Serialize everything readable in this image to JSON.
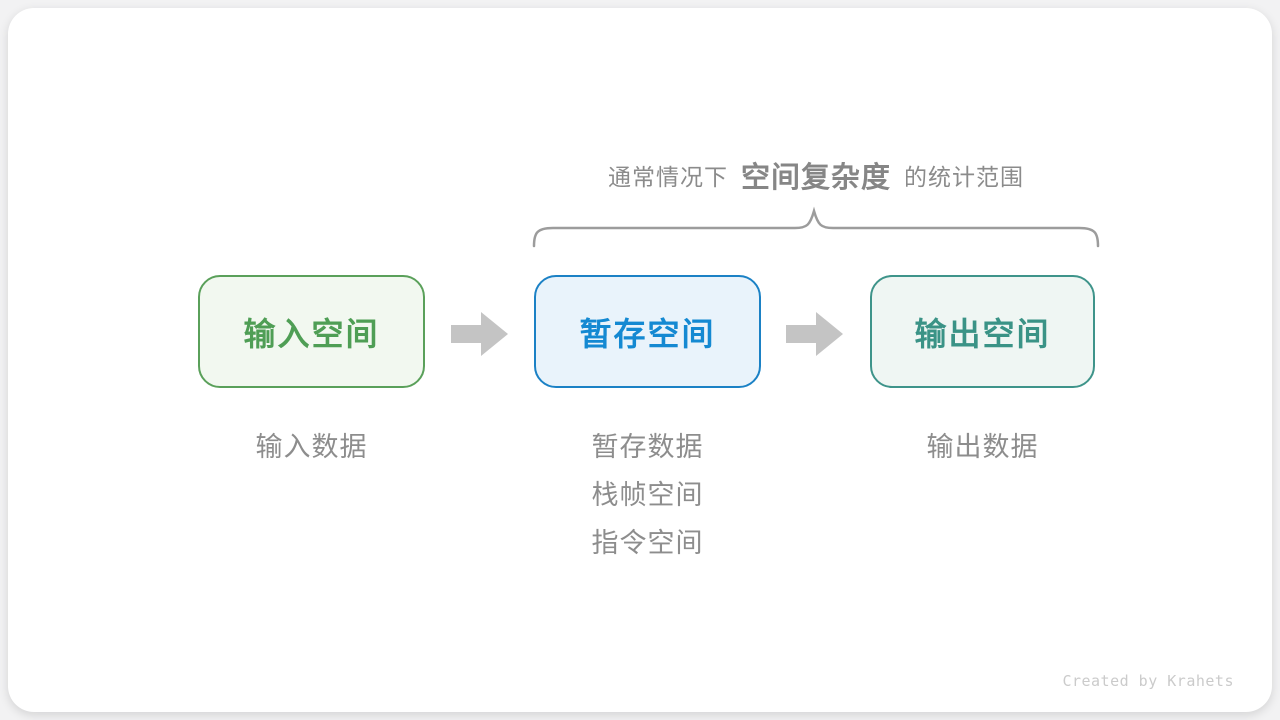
{
  "page": {
    "background_color": "#f2f2f3",
    "card_color": "#ffffff"
  },
  "caption": {
    "prefix": "通常情况下",
    "highlight": "空间复杂度",
    "suffix": "的统计范围",
    "text_color": "#8b8b8b"
  },
  "brace": {
    "color": "#9c9c9c"
  },
  "flow": {
    "arrow_color": "#c4c4c4",
    "boxes": [
      {
        "id": "input-space",
        "label": "输入空间",
        "border_color": "#5aa05a",
        "fill_color": "#f2f8f0",
        "text_color": "#4f9e55"
      },
      {
        "id": "temp-space",
        "label": "暂存空间",
        "border_color": "#1b81c5",
        "fill_color": "#e9f3fb",
        "text_color": "#1489d2"
      },
      {
        "id": "output-space",
        "label": "输出空间",
        "border_color": "#3e948a",
        "fill_color": "#eff6f3",
        "text_color": "#3a9386"
      }
    ]
  },
  "notes": {
    "input": [
      "输入数据"
    ],
    "temp": [
      "暂存数据",
      "栈帧空间",
      "指令空间"
    ],
    "output": [
      "输出数据"
    ],
    "text_color": "#8d8d8d"
  },
  "footer": {
    "credit": "Created by Krahets",
    "text_color": "#cbcbcb"
  }
}
